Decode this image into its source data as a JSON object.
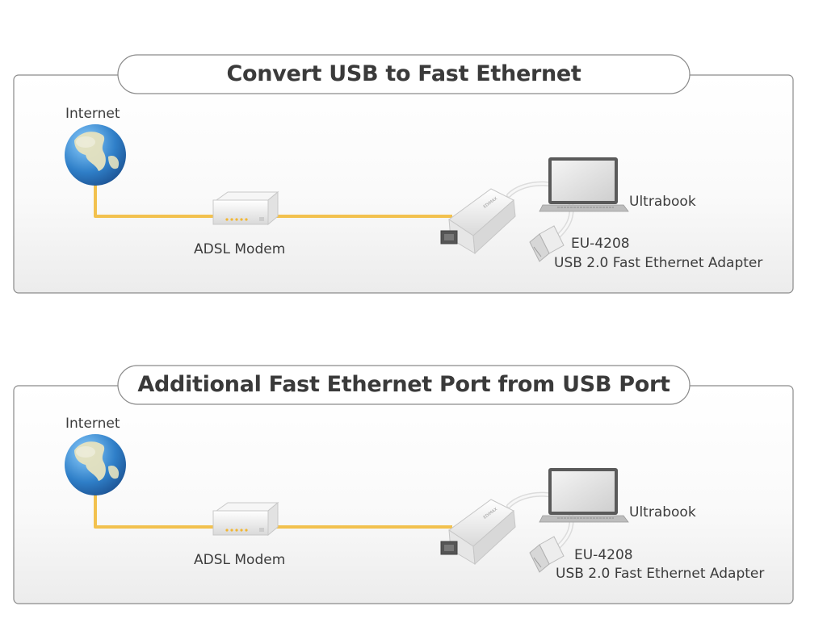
{
  "panels": [
    {
      "title": "Convert USB to Fast Ethernet",
      "internet_label": "Internet",
      "modem_label": "ADSL Modem",
      "laptop_label": "Ultrabook",
      "adapter_model": "EU-4208",
      "adapter_description": "USB 2.0 Fast Ethernet Adapter"
    },
    {
      "title": "Additional Fast Ethernet Port from USB Port",
      "internet_label": "Internet",
      "modem_label": "ADSL Modem",
      "laptop_label": "Ultrabook",
      "adapter_model": "EU-4208",
      "adapter_description": "USB 2.0 Fast Ethernet Adapter"
    }
  ],
  "colors": {
    "cable": "#f2c14e",
    "frame_border": "#8a8a8a",
    "globe_ocean": "#2f7fc8",
    "globe_land": "#e7e3bf",
    "device_body": "#efefef"
  },
  "icons": [
    "globe-icon",
    "adsl-modem-icon",
    "usb-ethernet-adapter-icon",
    "ultrabook-laptop-icon",
    "usb-plug-icon"
  ]
}
